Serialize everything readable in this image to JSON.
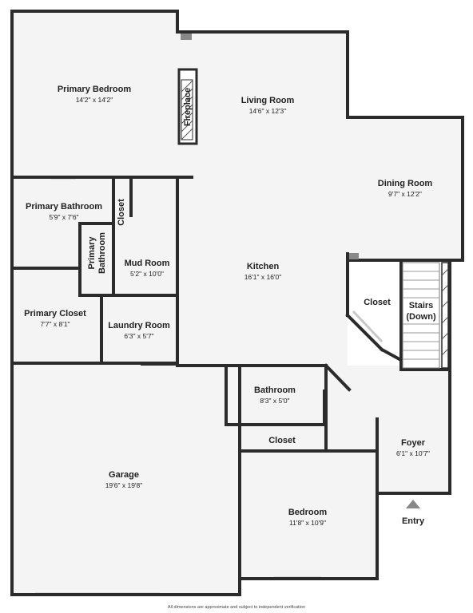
{
  "rooms": {
    "primary_bedroom": {
      "name": "Primary Bedroom",
      "dims": "14'2\" x 14'2\""
    },
    "living_room": {
      "name": "Living Room",
      "dims": "14'6\" x 12'3\""
    },
    "fireplace": {
      "name": "Fireplace"
    },
    "dining_room": {
      "name": "Dining Room",
      "dims": "9'7\" x 12'2\""
    },
    "primary_bathroom": {
      "name": "Primary Bathroom",
      "dims": "5'9\" x 7'6\""
    },
    "closet_small": {
      "name": "Closet"
    },
    "primary_bathroom_2": {
      "name_line1": "Primary",
      "name_line2": "Bathroom"
    },
    "mud_room": {
      "name": "Mud Room",
      "dims": "5'2\" x 10'0\""
    },
    "kitchen": {
      "name": "Kitchen",
      "dims": "16'1\" x 16'0\""
    },
    "closet_stairs": {
      "name": "Closet"
    },
    "stairs": {
      "name_line1": "Stairs",
      "name_line2": "(Down)"
    },
    "primary_closet": {
      "name": "Primary Closet",
      "dims": "7'7\" x 8'1\""
    },
    "laundry_room": {
      "name": "Laundry Room",
      "dims": "6'3\" x 5'7\""
    },
    "bathroom": {
      "name": "Bathroom",
      "dims": "8'3\" x 5'0\""
    },
    "closet_bedroom": {
      "name": "Closet"
    },
    "garage": {
      "name": "Garage",
      "dims": "19'6\" x 19'8\""
    },
    "foyer": {
      "name": "Foyer",
      "dims": "6'1\" x 10'7\""
    },
    "bedroom": {
      "name": "Bedroom",
      "dims": "11'8\" x 10'9\""
    }
  },
  "entry": {
    "label": "Entry"
  },
  "footer": {
    "text": "All dimensions are approximate and subject to independent verification"
  }
}
